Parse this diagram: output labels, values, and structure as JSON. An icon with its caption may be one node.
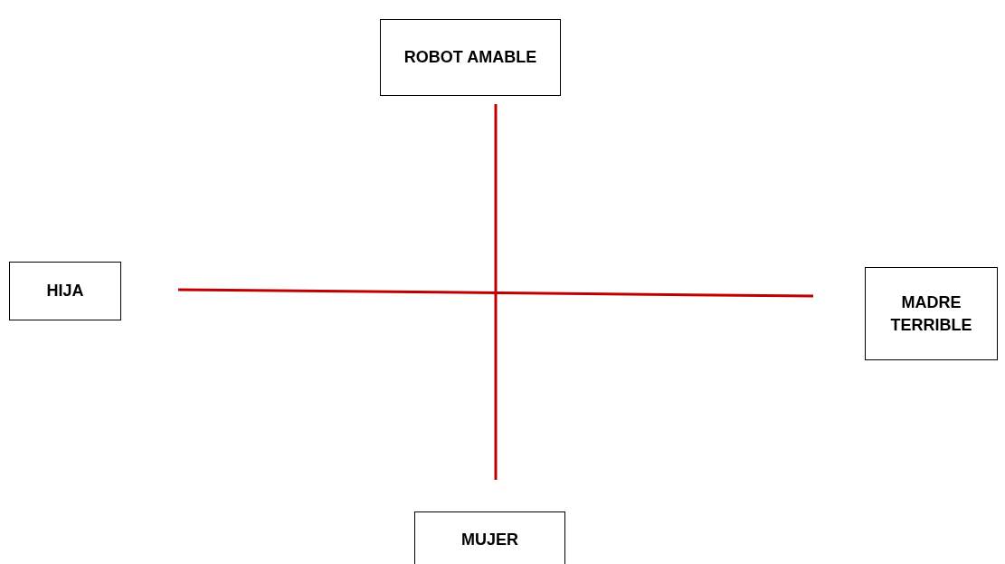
{
  "diagram": {
    "nodes": [
      {
        "text": [
          "ROBOT AMABLE"
        ]
      },
      {
        "text": [
          "HIJA"
        ]
      },
      {
        "text": [
          "MADRE TERRIBLE"
        ]
      },
      {
        "text": [
          "MUJER"
        ]
      }
    ]
  }
}
